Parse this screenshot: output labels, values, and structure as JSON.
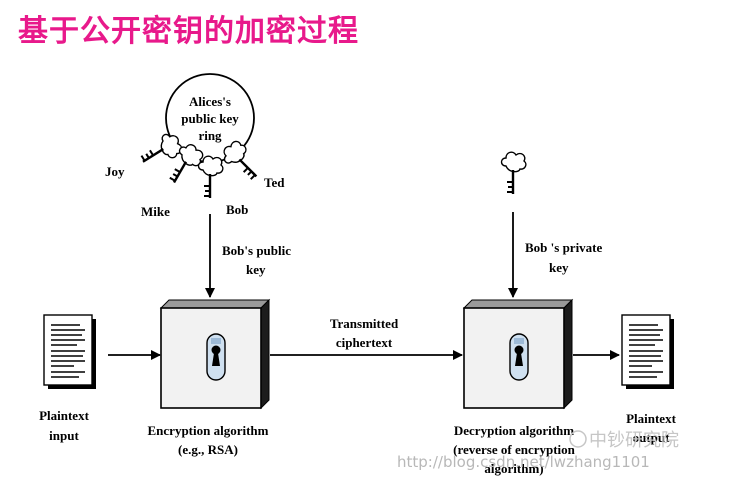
{
  "title": "基于公开密钥的加密过程",
  "keyring": {
    "line1": "Alices's",
    "line2": "public key",
    "line3": "ring"
  },
  "keys": {
    "joy": "Joy",
    "mike": "Mike",
    "bob": "Bob",
    "ted": "Ted"
  },
  "bob_public_key": {
    "line1": "Bob's public",
    "line2": "key"
  },
  "bob_private_key": {
    "line1": "Bob 's private",
    "line2": "key"
  },
  "plaintext_input": {
    "line1": "Plaintext",
    "line2": "input"
  },
  "encryption": {
    "line1": "Encryption algorithm",
    "line2": "(e.g., RSA)"
  },
  "transmitted": {
    "line1": "Transmitted",
    "line2": "ciphertext"
  },
  "decryption": {
    "line1": "Decryption algorithm",
    "line2": "(reverse of encryption",
    "line3": "algorithm)"
  },
  "plaintext_output": {
    "line1": "Plaintext",
    "line2": "output"
  },
  "watermark": {
    "url": "http://blog.csdn.net/lwzhang1101",
    "brand": "中钞研究院"
  }
}
